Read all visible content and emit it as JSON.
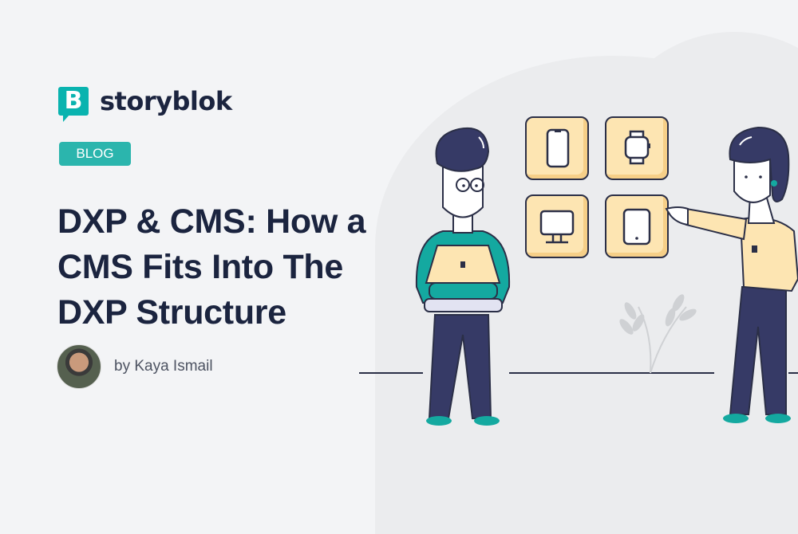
{
  "brand": {
    "logo_letter": "B",
    "name": "storyblok"
  },
  "badge": {
    "label": "BLOG"
  },
  "article": {
    "title": "DXP & CMS: How a CMS Fits Into The DXP Structure",
    "author": "by Kaya Ismail"
  },
  "illustration": {
    "tiles": [
      {
        "icon": "smartphone-icon"
      },
      {
        "icon": "smartwatch-icon"
      },
      {
        "icon": "desktop-monitor-icon"
      },
      {
        "icon": "tablet-icon"
      }
    ]
  },
  "colors": {
    "brand_teal": "#09b3af",
    "badge_teal": "#2bb5ad",
    "title_navy": "#1b243f",
    "tile_yellow": "#fde5b2",
    "background": "#f3f4f6"
  }
}
